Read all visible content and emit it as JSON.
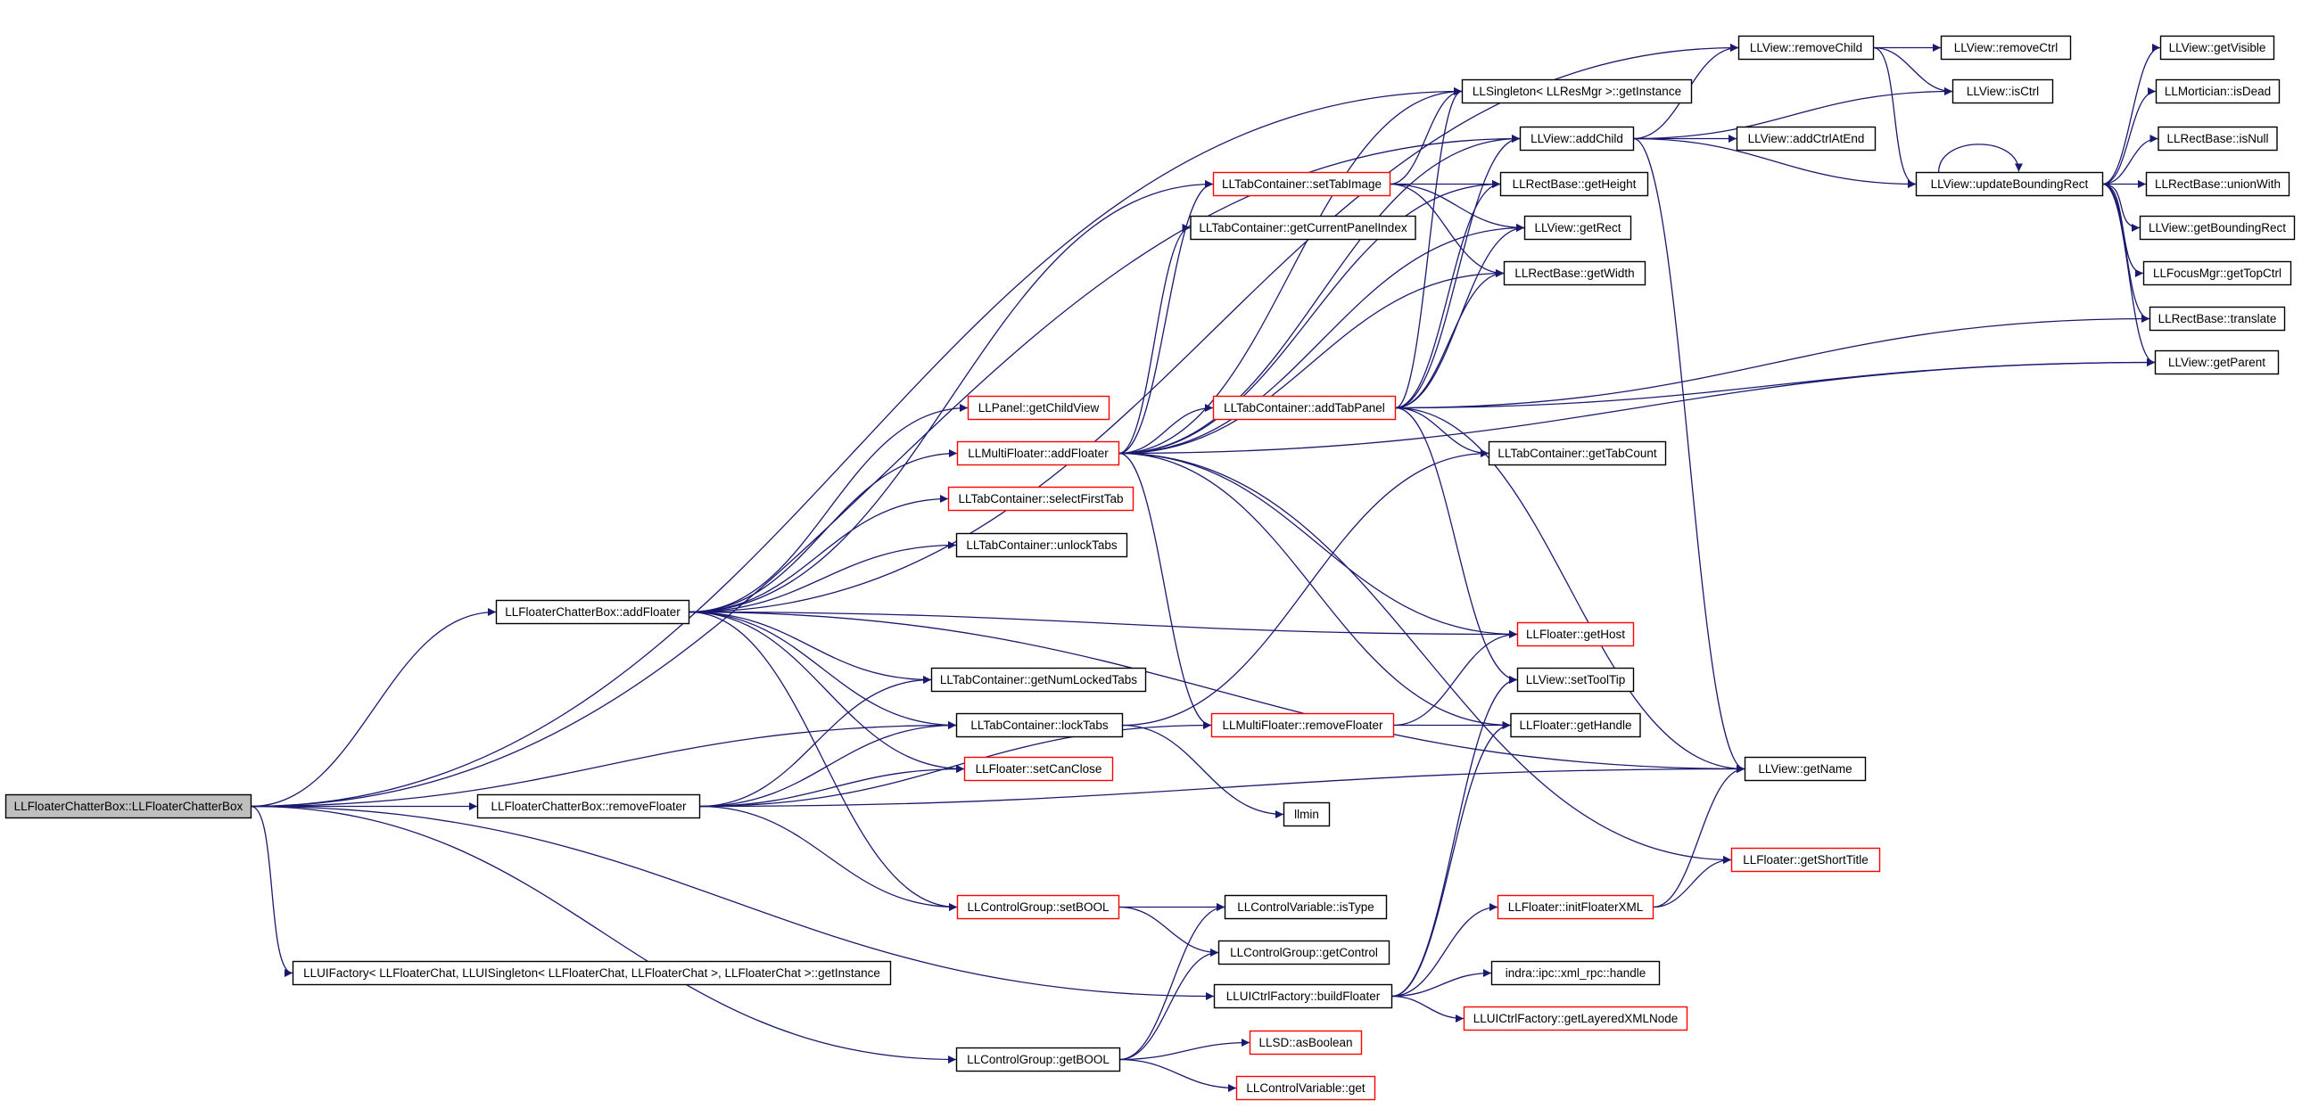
{
  "colors": {
    "background": "#ffffff",
    "edge": "#191970",
    "node_fill": "#ffffff",
    "root_fill": "#bfbfbf",
    "node_border": "#000000",
    "red_border": "#ff0000"
  },
  "graph": {
    "nodes": [
      {
        "label": "LLFloaterChatterBox::LLFloaterChatterBox",
        "style": "root"
      },
      {
        "label": "LLFloaterChatterBox::addFloater",
        "style": "plain"
      },
      {
        "label": "LLFloaterChatterBox::removeFloater",
        "style": "plain"
      },
      {
        "label": "LLUIFactory< LLFloaterChat, LLUISingleton< LLFloaterChat, LLFloaterChat >, LLFloaterChat >::getInstance",
        "style": "plain"
      },
      {
        "label": "LLControlGroup::getBOOL",
        "style": "plain"
      },
      {
        "label": "LLSingleton< LLResMgr >::getInstance",
        "style": "plain"
      },
      {
        "label": "LLView::addChild",
        "style": "plain"
      },
      {
        "label": "LLView::removeChild",
        "style": "plain"
      },
      {
        "label": "LLTabContainer::setTabImage",
        "style": "red"
      },
      {
        "label": "LLTabContainer::getCurrentPanelIndex",
        "style": "plain"
      },
      {
        "label": "LLPanel::getChildView",
        "style": "red"
      },
      {
        "label": "LLMultiFloater::addFloater",
        "style": "red"
      },
      {
        "label": "LLTabContainer::addTabPanel",
        "style": "red"
      },
      {
        "label": "LLTabContainer::selectFirstTab",
        "style": "red"
      },
      {
        "label": "LLTabContainer::unlockTabs",
        "style": "plain"
      },
      {
        "label": "LLTabContainer::getNumLockedTabs",
        "style": "plain"
      },
      {
        "label": "LLTabContainer::lockTabs",
        "style": "plain"
      },
      {
        "label": "LLFloater::setCanClose",
        "style": "red"
      },
      {
        "label": "LLMultiFloater::removeFloater",
        "style": "red"
      },
      {
        "label": "llmin",
        "style": "plain"
      },
      {
        "label": "LLControlGroup::setBOOL",
        "style": "red"
      },
      {
        "label": "LLControlVariable::isType",
        "style": "plain"
      },
      {
        "label": "LLControlGroup::getControl",
        "style": "plain"
      },
      {
        "label": "LLUICtrlFactory::buildFloater",
        "style": "plain"
      },
      {
        "label": "LLSD::asBoolean",
        "style": "red"
      },
      {
        "label": "LLControlVariable::get",
        "style": "red"
      },
      {
        "label": "LLRectBase::getHeight",
        "style": "plain"
      },
      {
        "label": "LLView::getRect",
        "style": "plain"
      },
      {
        "label": "LLRectBase::getWidth",
        "style": "plain"
      },
      {
        "label": "LLTabContainer::getTabCount",
        "style": "plain"
      },
      {
        "label": "LLFloater::getHost",
        "style": "red"
      },
      {
        "label": "LLView::setToolTip",
        "style": "plain"
      },
      {
        "label": "LLFloater::getHandle",
        "style": "plain"
      },
      {
        "label": "LLFloater::initFloaterXML",
        "style": "red"
      },
      {
        "label": "indra::ipc::xml_rpc::handle",
        "style": "plain"
      },
      {
        "label": "LLUICtrlFactory::getLayeredXMLNode",
        "style": "red"
      },
      {
        "label": "LLView::removeCtrl",
        "style": "plain"
      },
      {
        "label": "LLView::isCtrl",
        "style": "plain"
      },
      {
        "label": "LLView::addCtrlAtEnd",
        "style": "plain"
      },
      {
        "label": "LLView::updateBoundingRect",
        "style": "plain"
      },
      {
        "label": "LLView::getName",
        "style": "plain"
      },
      {
        "label": "LLFloater::getShortTitle",
        "style": "red"
      },
      {
        "label": "LLView::getVisible",
        "style": "plain"
      },
      {
        "label": "LLMortician::isDead",
        "style": "plain"
      },
      {
        "label": "LLRectBase::isNull",
        "style": "plain"
      },
      {
        "label": "LLRectBase::unionWith",
        "style": "plain"
      },
      {
        "label": "LLView::getBoundingRect",
        "style": "plain"
      },
      {
        "label": "LLFocusMgr::getTopCtrl",
        "style": "plain"
      },
      {
        "label": "LLRectBase::translate",
        "style": "plain"
      },
      {
        "label": "LLView::getParent",
        "style": "plain"
      }
    ],
    "edges": [
      [
        0,
        1
      ],
      [
        0,
        2
      ],
      [
        0,
        3
      ],
      [
        0,
        4
      ],
      [
        0,
        5
      ],
      [
        0,
        6
      ],
      [
        0,
        16
      ],
      [
        0,
        23
      ],
      [
        1,
        7
      ],
      [
        1,
        8
      ],
      [
        1,
        10
      ],
      [
        1,
        11
      ],
      [
        1,
        13
      ],
      [
        1,
        14
      ],
      [
        1,
        15
      ],
      [
        1,
        16
      ],
      [
        1,
        17
      ],
      [
        1,
        20
      ],
      [
        1,
        30
      ],
      [
        1,
        40
      ],
      [
        2,
        15
      ],
      [
        2,
        16
      ],
      [
        2,
        17
      ],
      [
        2,
        18
      ],
      [
        2,
        20
      ],
      [
        2,
        40
      ],
      [
        4,
        21
      ],
      [
        4,
        22
      ],
      [
        4,
        24
      ],
      [
        4,
        25
      ],
      [
        20,
        21
      ],
      [
        20,
        22
      ],
      [
        23,
        31
      ],
      [
        23,
        32
      ],
      [
        23,
        33
      ],
      [
        23,
        34
      ],
      [
        23,
        35
      ],
      [
        16,
        29
      ],
      [
        16,
        19
      ],
      [
        11,
        8
      ],
      [
        11,
        9
      ],
      [
        11,
        12
      ],
      [
        11,
        26
      ],
      [
        11,
        27
      ],
      [
        11,
        28
      ],
      [
        11,
        5
      ],
      [
        11,
        6
      ],
      [
        11,
        49
      ],
      [
        11,
        30
      ],
      [
        11,
        32
      ],
      [
        11,
        18
      ],
      [
        11,
        41
      ],
      [
        12,
        5
      ],
      [
        12,
        6
      ],
      [
        12,
        26
      ],
      [
        12,
        27
      ],
      [
        12,
        28
      ],
      [
        12,
        29
      ],
      [
        12,
        31
      ],
      [
        12,
        40
      ],
      [
        12,
        48
      ],
      [
        12,
        49
      ],
      [
        8,
        5
      ],
      [
        8,
        26
      ],
      [
        8,
        27
      ],
      [
        8,
        28
      ],
      [
        18,
        30
      ],
      [
        18,
        32
      ],
      [
        33,
        40
      ],
      [
        33,
        41
      ],
      [
        7,
        36
      ],
      [
        7,
        37
      ],
      [
        7,
        39
      ],
      [
        6,
        37
      ],
      [
        6,
        38
      ],
      [
        6,
        39
      ],
      [
        6,
        40
      ],
      [
        6,
        7
      ],
      [
        39,
        39
      ],
      [
        39,
        42
      ],
      [
        39,
        43
      ],
      [
        39,
        44
      ],
      [
        39,
        45
      ],
      [
        39,
        46
      ],
      [
        39,
        47
      ],
      [
        39,
        48
      ],
      [
        39,
        49
      ]
    ]
  }
}
